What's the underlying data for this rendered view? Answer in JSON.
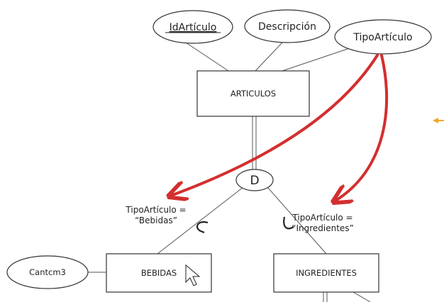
{
  "diagram": {
    "attributes": {
      "id_articulo": "IdArtículo",
      "descripcion": "Descripción",
      "tipo_articulo": "TipoArtículo",
      "cantcm3": "Cantcm3"
    },
    "entities": {
      "articulos": "ARTICULOS",
      "bebidas": "BEBIDAS",
      "ingredientes": "INGREDIENTES"
    },
    "specialization": {
      "symbol": "D",
      "condition_bebidas_line1": "TipoArtículo =",
      "condition_bebidas_line2": "“Bebidas”",
      "condition_ingredientes_line1": "TipoArtículo =",
      "condition_ingredientes_line2": "“Ingredientes”"
    },
    "colors": {
      "annotation_arrow": "#d32f2f",
      "offscreen_marker": "#f5a623",
      "line": "#555555",
      "background": "#ffffff"
    }
  }
}
